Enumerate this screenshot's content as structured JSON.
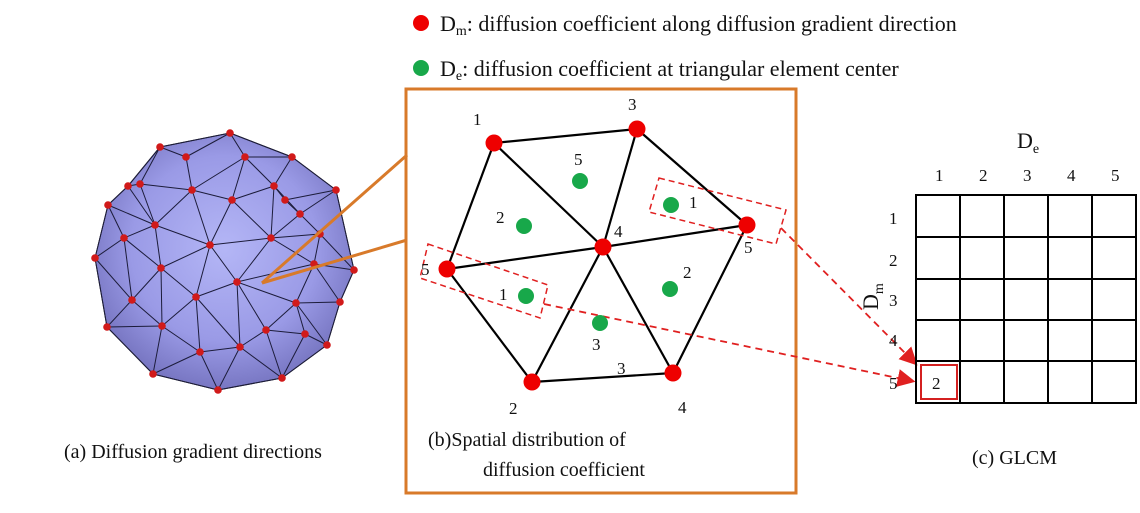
{
  "legend": {
    "dm_symbol": "D",
    "dm_subscript": "m",
    "dm_text": ": diffusion coefficient along diffusion gradient direction",
    "de_symbol": "D",
    "de_subscript": "e",
    "de_text": ": diffusion coefficient at triangular element center"
  },
  "colors": {
    "dm_dot": "#ee0000",
    "de_dot": "#18a84a",
    "sphere_fill": "#8a8ae0",
    "sphere_vertex": "#d11a1a",
    "callout_orange": "#d87a2a",
    "arrow_red": "#e02020"
  },
  "captions": {
    "a": "(a) Diffusion gradient directions",
    "b_line1": "(b)Spatial distribution of",
    "b_line2": "diffusion coefficient",
    "c": "(c) GLCM"
  },
  "mesh": {
    "red_labels": [
      "1",
      "3",
      "5",
      "4",
      "5",
      "2",
      "4"
    ],
    "green_labels": [
      "5",
      "2",
      "1",
      "2",
      "1",
      "3"
    ],
    "edge_label": "3"
  },
  "glcm": {
    "col_axis_symbol": "D",
    "col_axis_subscript": "e",
    "row_axis_symbol": "D",
    "row_axis_subscript": "m",
    "col_headers": [
      "1",
      "2",
      "3",
      "4",
      "5"
    ],
    "row_headers": [
      "1",
      "2",
      "3",
      "4",
      "5"
    ],
    "highlight_value": "2"
  }
}
